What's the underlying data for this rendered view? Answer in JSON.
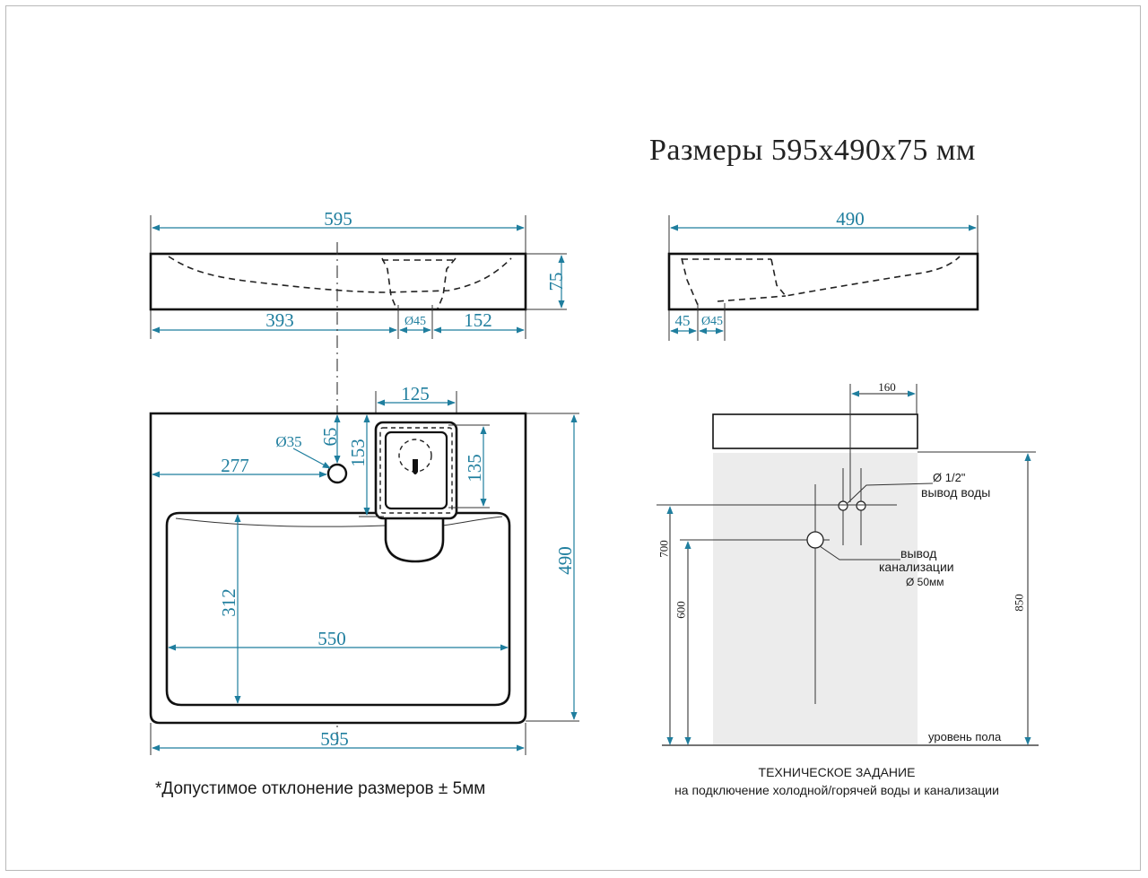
{
  "title": "Размеры 595х490х75 мм",
  "front_view": {
    "width": "595",
    "height": "75",
    "left_offset": "393",
    "hole_dia": "Ø45",
    "right_offset": "152"
  },
  "side_view": {
    "depth": "490",
    "offset": "45",
    "hole_dia": "Ø45"
  },
  "top_view": {
    "shelf_width": "125",
    "hole_dia": "Ø35",
    "hole_top": "65",
    "hole_left": "277",
    "shelf_depth": "153",
    "shelf_inner": "135",
    "bowl_depth": "312",
    "bowl_width": "550",
    "total_depth": "490",
    "total_width": "595"
  },
  "install": {
    "offset_160": "160",
    "water_pipe": "Ø 1/2\"",
    "water_label": "вывод воды",
    "drain_label_1": "вывод",
    "drain_label_2": "канализации",
    "drain_dia": "Ø 50мм",
    "h_700": "700",
    "h_600": "600",
    "h_850": "850",
    "floor": "уровень пола"
  },
  "tolerance_note": "*Допустимое отклонение размеров ± 5мм",
  "tech_title": "ТЕХНИЧЕСКОЕ ЗАДАНИЕ",
  "tech_subtitle": "на подключение холодной/горячей воды и канализации",
  "colors": {
    "dimension": "#1f7e9e",
    "outline": "#111111",
    "wall": "#ececec"
  }
}
